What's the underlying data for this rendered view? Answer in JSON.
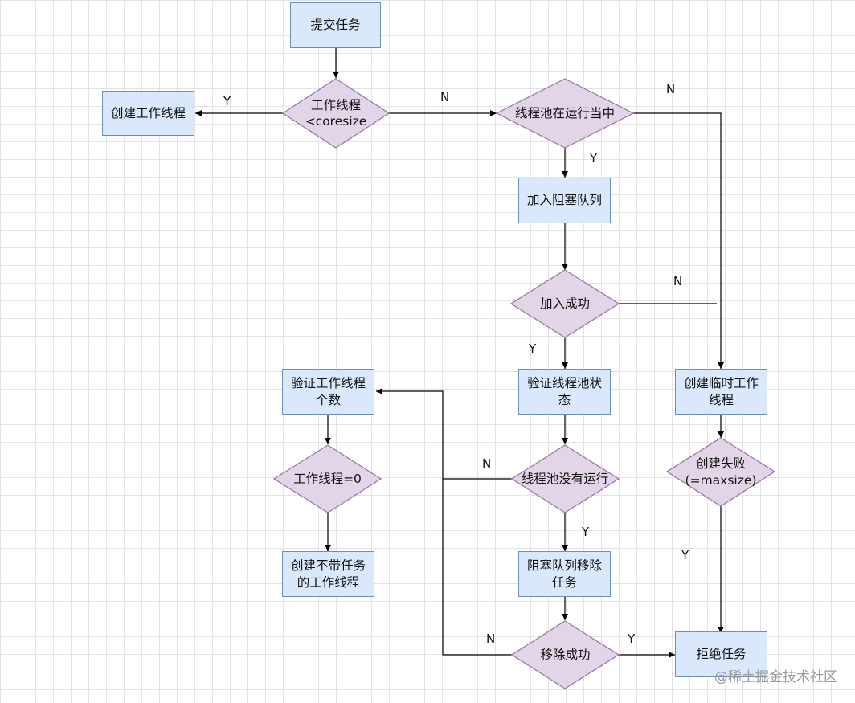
{
  "nodes": {
    "submit": "提交任务",
    "check_core": "工作线程\n<coresize",
    "create_worker": "创建工作线程",
    "pool_running": "线程池在运行当中",
    "add_queue": "加入阻塞队列",
    "add_success": "加入成功",
    "verify_state": "验证线程池状\n态",
    "create_temp": "创建临时工作\n线程",
    "create_fail": "创建失败\n(=maxsize)",
    "verify_count": "验证工作线程\n个数",
    "worker_zero": "工作线程=0",
    "create_no_task": "创建不带任务\n的工作线程",
    "pool_not_running": "线程池没有运行",
    "queue_remove": "阻塞队列移除\n任务",
    "remove_success": "移除成功",
    "reject": "拒绝任务"
  },
  "edge_labels": {
    "core_yes": "Y",
    "core_no": "N",
    "running_no": "N",
    "running_yes": "Y",
    "add_no": "N",
    "add_yes": "Y",
    "notrunning_no": "N",
    "notrunning_yes": "Y",
    "fail_yes": "Y",
    "remove_no": "N",
    "remove_yes": "Y"
  },
  "colors": {
    "box_fill": "#dae8fc",
    "box_stroke": "#6c8ebf",
    "diamond_fill": "#e1d5e7",
    "diamond_stroke": "#9673a6",
    "line": "#000000"
  },
  "watermark": "@稀土掘金技术社区"
}
